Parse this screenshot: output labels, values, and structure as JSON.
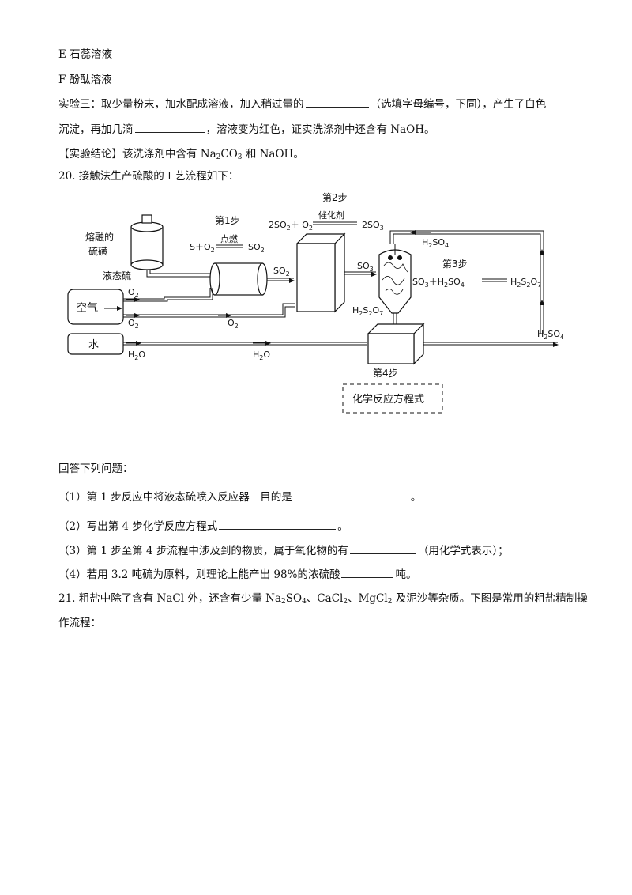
{
  "options": {
    "e": "E 石蕊溶液",
    "f": "F 酚酞溶液"
  },
  "experiment3": {
    "part1": "实验三：取少量粉末，加水配成溶液，加入稍过量的",
    "part2": "（选填字母编号，下同），产生了白色",
    "part3": "沉淀，再加几滴",
    "part4": "，溶液变为红色，证实洗涤剂中还含有 NaOH。"
  },
  "conclusion": {
    "part1": "【实验结论】该洗涤剂中含有 Na",
    "sub1": "2",
    "part2": "CO",
    "sub2": "3",
    "part3": " 和 NaOH。"
  },
  "q20": {
    "title": "20. 接触法生产硫酸的工艺流程如下：",
    "answer_prompt": "回答下列问题：",
    "sub1": {
      "part1": "（1）第 1 步反应中将液态硫喷入反应器　目的是",
      "part2": "。"
    },
    "sub2": {
      "part1": "（2）写出第 4 步化学反应方程式",
      "part2": "。"
    },
    "sub3": {
      "part1": "（3）第 1 步至第 4 步流程中涉及到的物质，属于氧化物的有",
      "part2": "（用化学式表示）；"
    },
    "sub4": {
      "part1": "（4）若用 3.2 吨硫为原料，则理论上能产出 98%的浓硫酸",
      "part2": "吨。"
    }
  },
  "q21": {
    "line1_a": "21. 粗盐中除了含有 NaCl 外，还含有少量 Na",
    "line1_sub1": "2",
    "line1_b": "SO",
    "line1_sub2": "4",
    "line1_c": "、CaCl",
    "line1_sub3": "2",
    "line1_d": "、MgCl",
    "line1_sub4": "2",
    "line1_e": " 及泥沙等杂质。下图是常用的粗盐精制操",
    "line2": "作流程："
  },
  "diagram": {
    "molten_sulfur": [
      "熔融的",
      "硫磺"
    ],
    "liquid_sulfur": "液态硫",
    "air": "空气",
    "water": "水",
    "step1": "第1步",
    "step1_eq_left": "S＋O",
    "step1_eq_left_sub": "2",
    "step1_condition": "点燃",
    "step1_eq_right": "SO",
    "step1_eq_right_sub": "2",
    "step2": "第2步",
    "step2_condition": "催化剂",
    "step2_eq_left": "2SO",
    "step2_eq_left_sub": "2",
    "step2_eq_mid": "＋ O",
    "step2_eq_mid_sub": "2",
    "step2_eq_right": "2SO",
    "step2_eq_right_sub": "3",
    "step3": "第3步",
    "step3_eq_a": "SO",
    "step3_eq_a_sub": "3",
    "step3_eq_b": "＋H",
    "step3_eq_b_sub": "2",
    "step3_eq_c": "SO",
    "step3_eq_c_sub": "4",
    "step3_eq_d": "H",
    "step3_eq_d_sub": "2",
    "step3_eq_e": "S",
    "step3_eq_e_sub": "2",
    "step3_eq_f": "O",
    "step3_eq_f_sub": "7",
    "step4": "第4步",
    "step4_box": "化学反应方程式",
    "label_o2": "O",
    "label_o2_sub": "2",
    "label_so2": "SO",
    "label_so2_sub": "2",
    "label_so3": "SO",
    "label_so3_sub": "3",
    "label_h2o_a": "H",
    "label_h2o_sub": "2",
    "label_h2o_b": "O",
    "label_h2so4_a": "H",
    "label_h2so4_sub1": "2",
    "label_h2so4_b": "SO",
    "label_h2so4_sub2": "4",
    "label_h2s2o7_a": "H",
    "label_h2s2o7_sub1": "2",
    "label_h2s2o7_b": "S",
    "label_h2s2o7_sub2": "2",
    "label_h2s2o7_c": "O",
    "label_h2s2o7_sub3": "7"
  }
}
